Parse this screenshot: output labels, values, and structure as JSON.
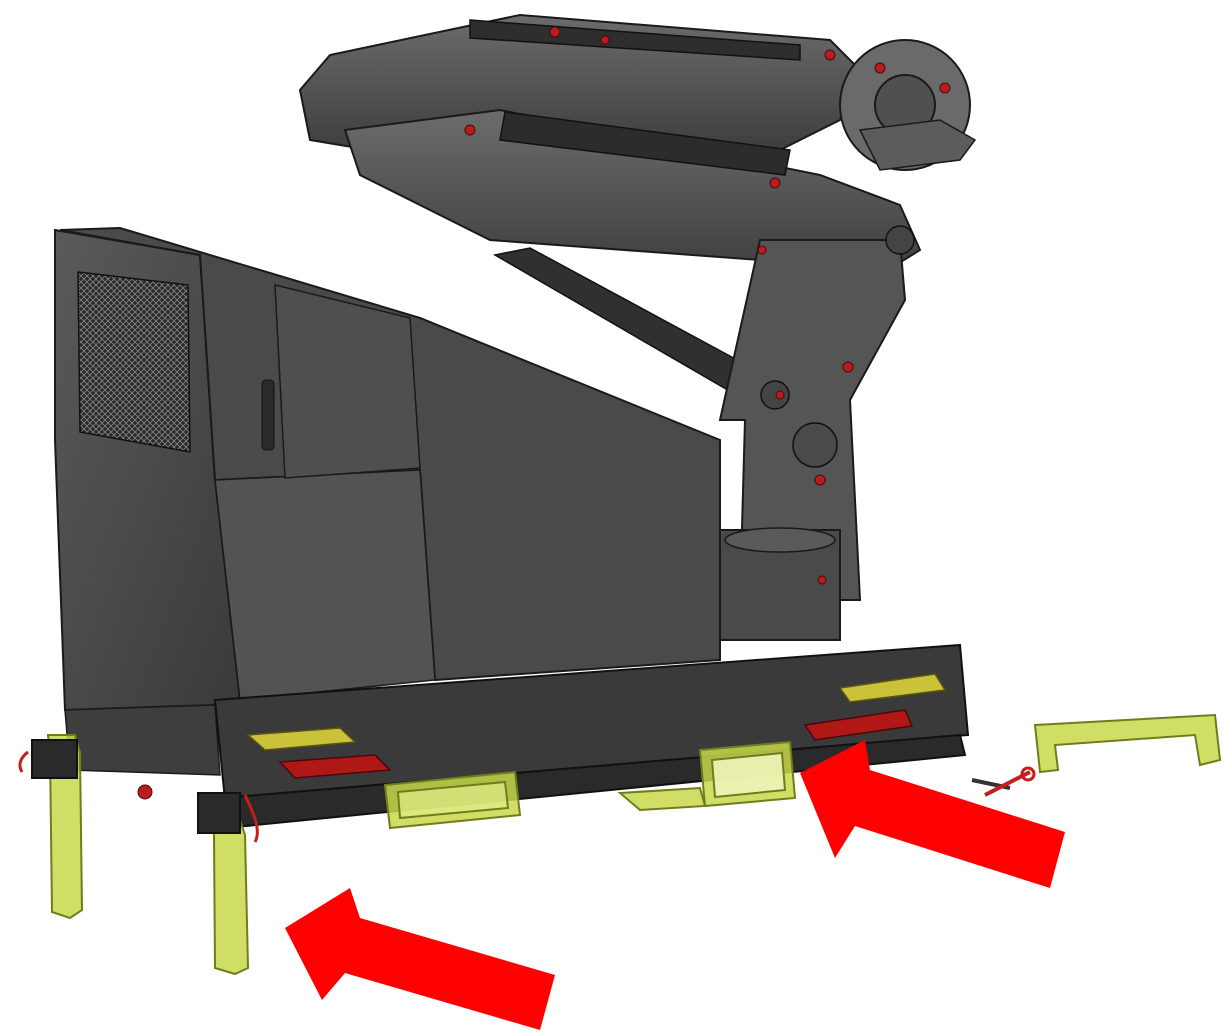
{
  "palette": {
    "background": "#ffffff",
    "body_dark": "#3c3c3c",
    "body_mid": "#4e4e4e",
    "body_light": "#6a6a6a",
    "edge": "#1a1a1a",
    "highlight_yellow": "#c8d84a",
    "yellow_edge": "#6f7d1c",
    "arrow_red": "#ff0000",
    "reflector_red": "#b01818",
    "reflector_amber": "#c9c23a",
    "bolt_red": "#b81c1c"
  },
  "parts": [
    {
      "name": "crane-boom",
      "icon": "hydraulic-boom-icon"
    },
    {
      "name": "engine-cabinet",
      "icon": "cabinet-icon"
    },
    {
      "name": "rear-bumper",
      "icon": "bumper-icon"
    },
    {
      "name": "support-leg-left",
      "icon": "leg-icon",
      "highlighted": true
    },
    {
      "name": "support-leg-right",
      "icon": "leg-icon",
      "highlighted": true
    },
    {
      "name": "receiver-bracket-left",
      "icon": "bracket-icon",
      "highlighted": true
    },
    {
      "name": "receiver-bracket-center",
      "icon": "bracket-icon",
      "highlighted": true
    },
    {
      "name": "detached-bracket",
      "icon": "bracket-icon",
      "highlighted": true
    },
    {
      "name": "lock-pin",
      "icon": "pin-icon"
    }
  ],
  "callouts": [
    {
      "name": "arrow-bottom-left",
      "icon": "arrow-icon",
      "points_to": "support-leg-right"
    },
    {
      "name": "arrow-center-right",
      "icon": "arrow-icon",
      "points_to": "receiver-bracket-center"
    }
  ]
}
